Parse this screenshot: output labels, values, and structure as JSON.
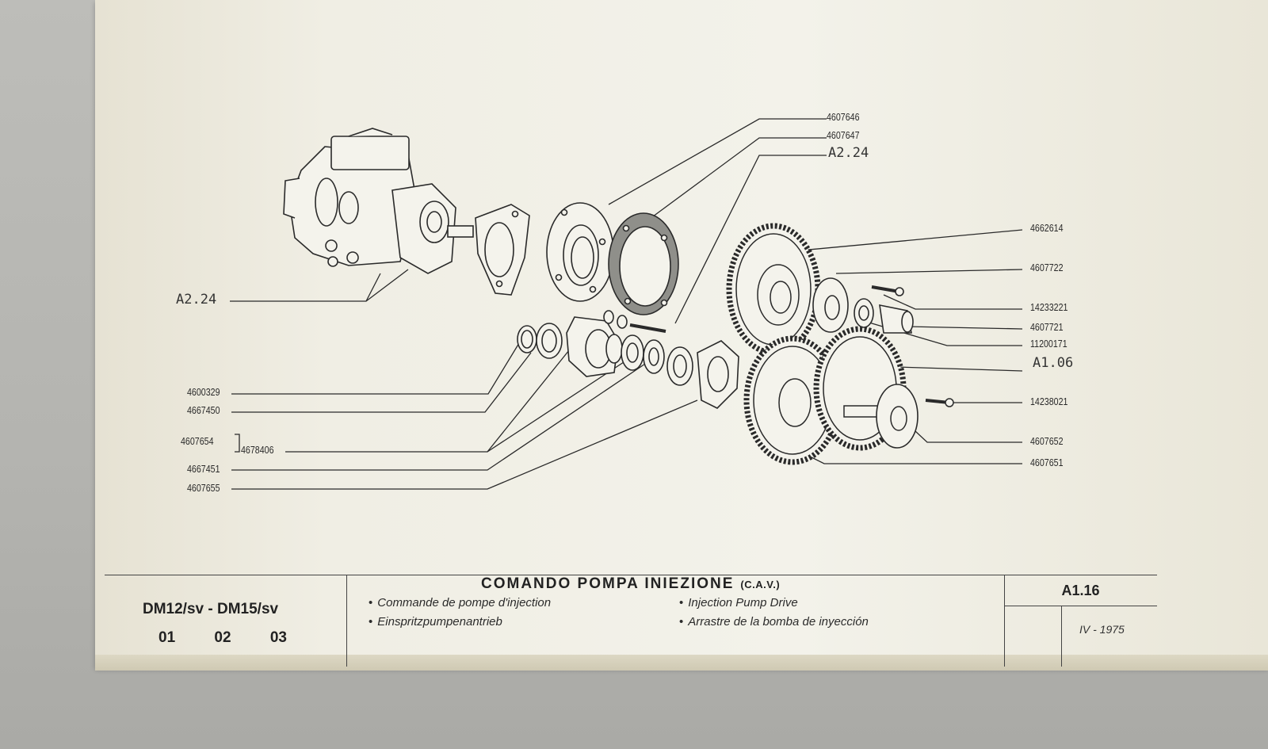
{
  "callouts_right": [
    "4607646",
    "4607647",
    "A2.24",
    "4662614",
    "4607722",
    "14233221",
    "4607721",
    "11200171",
    "A1.06",
    "14238021",
    "4607652",
    "4607651"
  ],
  "callouts_left": [
    "A2.24",
    "4600329",
    "4667450",
    "4607654",
    "4678406",
    "4667451",
    "4607655"
  ],
  "titleblock": {
    "model": "DM12/sv - DM15/sv",
    "variants": [
      "01",
      "02",
      "03"
    ],
    "title": "COMANDO POMPA INIEZIONE",
    "title_suffix": "(C.A.V.)",
    "translations": {
      "fr": "Commande de pompe d'injection",
      "de": "Einspritzpumpenantrieb",
      "en": "Injection Pump Drive",
      "es": "Arrastre de la bomba de inyección"
    },
    "code": "A1.16",
    "date": "IV - 1975"
  }
}
